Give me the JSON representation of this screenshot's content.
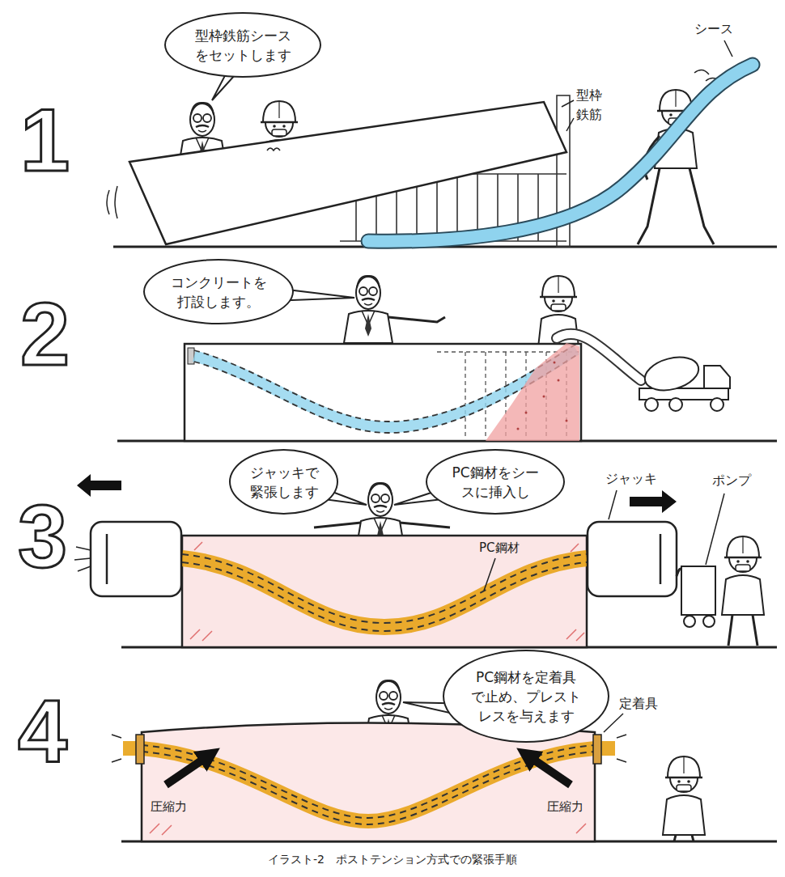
{
  "diagram": {
    "caption": "イラスト-2　ポストテンション方式での緊張手順",
    "nodes": [
      {
        "text": [
          "型枠鉄筋シースをセットします"
        ]
      },
      {
        "text": [
          "コンクリートを打設します。"
        ]
      },
      {
        "text": [
          "PC鋼材をシースに挿入し"
        ]
      },
      {
        "text": [
          "ジャッキで緊張します"
        ]
      },
      {
        "text": [
          "PC鋼材を定着具で止め、プレストレスを与えます"
        ]
      }
    ],
    "labels": [
      "1",
      "型枠",
      "鉄筋",
      "シース",
      "2",
      "3",
      "ジャッキ",
      "ポンプ",
      "PC鋼材",
      "4",
      "定着具",
      "圧縮力",
      "圧縮力"
    ]
  }
}
